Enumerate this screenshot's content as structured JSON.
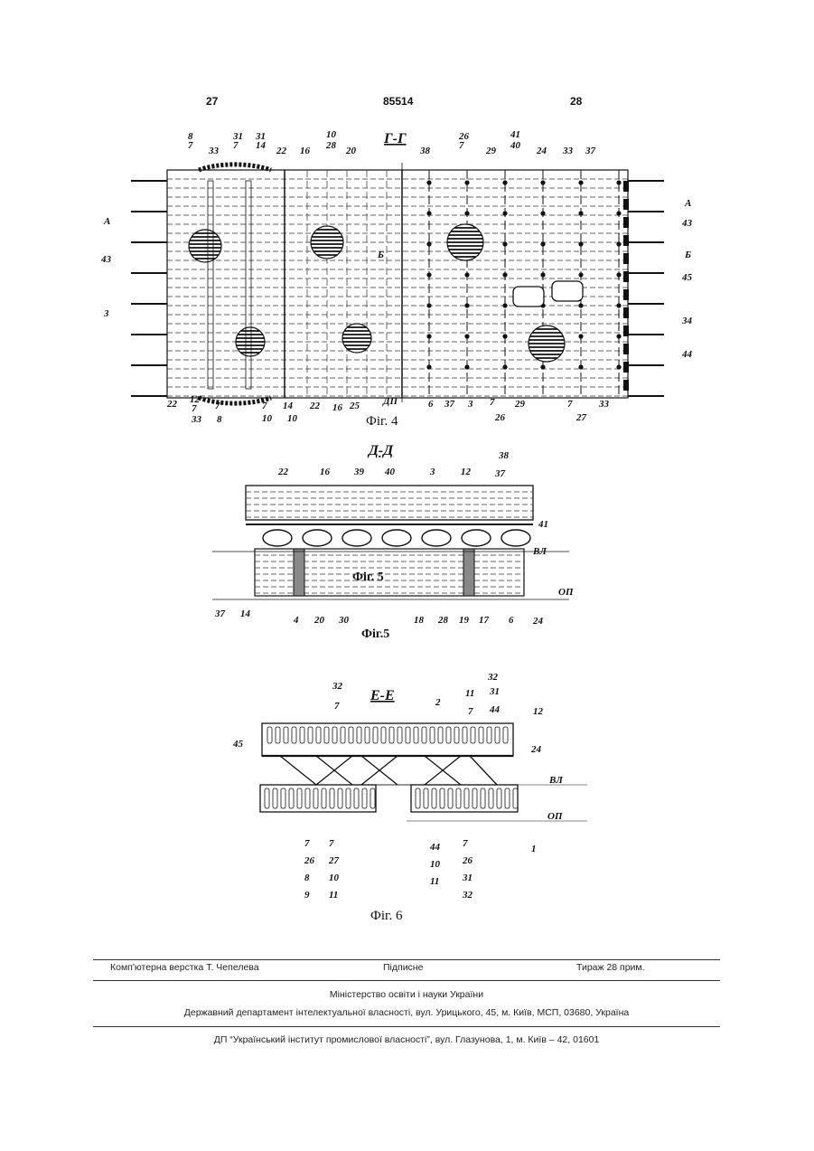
{
  "header": {
    "page_left": "27",
    "patent_no": "85514",
    "page_right": "28"
  },
  "figures": {
    "fig4": {
      "caption": "Фіг. 4",
      "section": "Г-Г",
      "labels_top": [
        "8",
        "7",
        "33",
        "31",
        "7",
        "31",
        "14",
        "22",
        "16",
        "10",
        "28",
        "20",
        "38",
        "26",
        "7",
        "29",
        "41",
        "40",
        "24",
        "33",
        "37"
      ],
      "labels_left": [
        "А",
        "43",
        "3"
      ],
      "labels_right": [
        "А",
        "43",
        "Б",
        "45",
        "34",
        "44"
      ],
      "labels_mid": [
        "Б"
      ],
      "labels_bottom": [
        "22",
        "12",
        "7",
        "33",
        "7",
        "8",
        "7",
        "10",
        "14",
        "10",
        "22",
        "16",
        "25",
        "ДП",
        "6",
        "37",
        "3",
        "7",
        "26",
        "29",
        "7",
        "27",
        "33"
      ]
    },
    "fig5": {
      "caption": "Фіг. 5",
      "caption2": "Фіг.5",
      "section": "Д-Д",
      "labels_top": [
        "22",
        "16",
        "39",
        "40",
        "3",
        "12",
        "38",
        "37"
      ],
      "labels_right": [
        "41",
        "ВЛ",
        "ОП"
      ],
      "labels_bottom": [
        "37",
        "14",
        "4",
        "20",
        "30",
        "18",
        "28",
        "19",
        "17",
        "6",
        "24"
      ]
    },
    "fig6": {
      "caption": "Фіг. 6",
      "section": "Е-Е",
      "labels_top": [
        "32",
        "7",
        "2",
        "11",
        "7",
        "32",
        "31",
        "44",
        "12",
        "24"
      ],
      "labels_left": [
        "45"
      ],
      "labels_right": [
        "ВЛ",
        "ОП",
        "1"
      ],
      "table_a": [
        "7",
        "26",
        "8",
        "9"
      ],
      "table_b": [
        "7",
        "27",
        "10",
        "11"
      ],
      "table_c": [
        "44",
        "10",
        "11"
      ],
      "table_d": [
        "7",
        "26",
        "31",
        "32"
      ]
    }
  },
  "footer": {
    "left": "Комп'ютерна верстка Т. Чепелева",
    "middle": "Підписне",
    "right": "Тираж 28 прим.",
    "ministry": "Міністерство освіти і науки України",
    "department": "Державний департамент інтелектуальної власності, вул. Урицького, 45, м. Київ, МСП, 03680, Україна",
    "institute": "ДП “Український інститут промислової власності”, вул. Глазунова, 1, м. Київ – 42, 01601"
  }
}
